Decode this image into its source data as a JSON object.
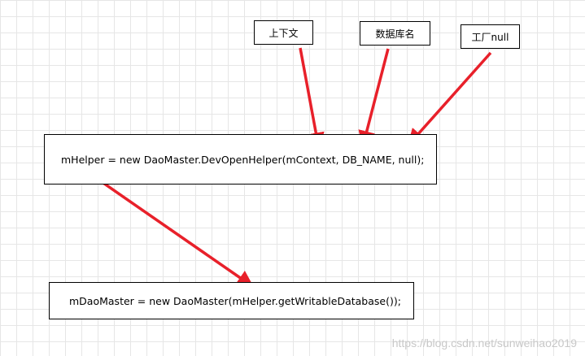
{
  "labels": {
    "context": "上下文",
    "db_name": "数据库名",
    "factory": "工厂null"
  },
  "code": {
    "helper_line": "mHelper = new DaoMaster.DevOpenHelper(mContext, DB_NAME, null);",
    "master_line": "mDaoMaster = new DaoMaster(mHelper.getWritableDatabase());"
  },
  "watermark": "https://blog.csdn.net/sunweihao2019",
  "colors": {
    "arrow": "#e8202a",
    "box_border": "#000000",
    "grid": "#e6e6e6"
  }
}
